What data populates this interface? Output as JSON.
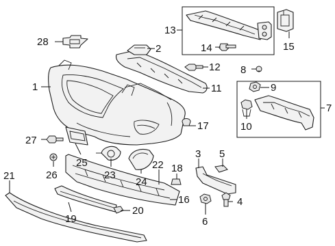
{
  "diagram": {
    "callouts": [
      {
        "id": "c1",
        "label": "1"
      },
      {
        "id": "c2",
        "label": "2"
      },
      {
        "id": "c3",
        "label": "3"
      },
      {
        "id": "c4",
        "label": "4"
      },
      {
        "id": "c5",
        "label": "5"
      },
      {
        "id": "c6",
        "label": "6"
      },
      {
        "id": "c7",
        "label": "7"
      },
      {
        "id": "c8",
        "label": "8"
      },
      {
        "id": "c9",
        "label": "9"
      },
      {
        "id": "c10",
        "label": "10"
      },
      {
        "id": "c11",
        "label": "11"
      },
      {
        "id": "c12",
        "label": "12"
      },
      {
        "id": "c13",
        "label": "13"
      },
      {
        "id": "c14",
        "label": "14"
      },
      {
        "id": "c15",
        "label": "15"
      },
      {
        "id": "c16",
        "label": "16"
      },
      {
        "id": "c17",
        "label": "17"
      },
      {
        "id": "c18",
        "label": "18"
      },
      {
        "id": "c19",
        "label": "19"
      },
      {
        "id": "c20",
        "label": "20"
      },
      {
        "id": "c21",
        "label": "21"
      },
      {
        "id": "c22",
        "label": "22"
      },
      {
        "id": "c23",
        "label": "23"
      },
      {
        "id": "c24",
        "label": "24"
      },
      {
        "id": "c25",
        "label": "25"
      },
      {
        "id": "c26",
        "label": "26"
      },
      {
        "id": "c27",
        "label": "27"
      },
      {
        "id": "c28",
        "label": "28"
      }
    ]
  }
}
